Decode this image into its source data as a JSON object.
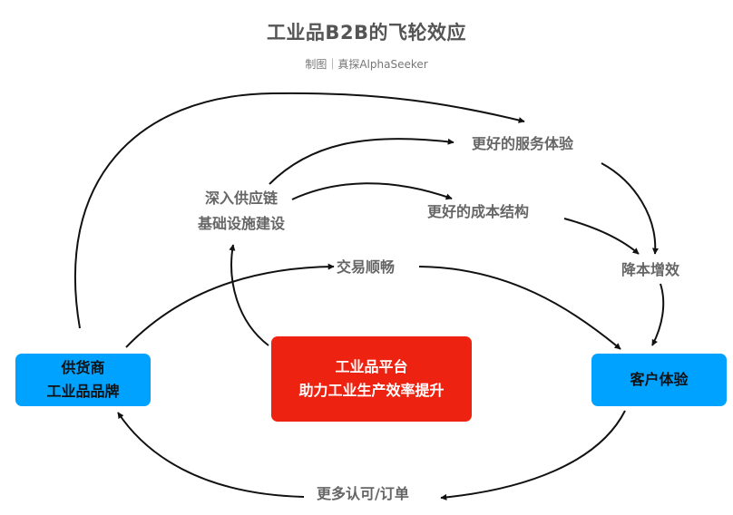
{
  "header": {
    "title": "工业品B2B的飞轮效应",
    "subtitle": "制图｜真探AlphaSeeker"
  },
  "colors": {
    "node_blue": "#00a2ff",
    "node_red": "#ee2211",
    "label_gray": "#666666",
    "arrow": "#111111"
  },
  "nodes": {
    "supplier": {
      "line1": "供货商",
      "line2": "工业品品牌"
    },
    "platform": {
      "line1": "工业品平台",
      "line2": "助力工业生产效率提升"
    },
    "customer": {
      "line1": "客户体验"
    }
  },
  "labels": {
    "supply_chain": {
      "line1": "深入供应链",
      "line2": "基础设施建设"
    },
    "better_service": "更好的服务体验",
    "better_cost": "更好的成本结构",
    "cost_efficiency": "降本增效",
    "smooth_trade": "交易顺畅",
    "more_orders": "更多认可/订单"
  },
  "edges": [
    {
      "from": "supplier",
      "to": "better_service"
    },
    {
      "from": "supply_chain",
      "to": "better_service"
    },
    {
      "from": "supply_chain",
      "to": "better_cost"
    },
    {
      "from": "better_service",
      "to": "cost_efficiency"
    },
    {
      "from": "better_cost",
      "to": "cost_efficiency"
    },
    {
      "from": "cost_efficiency",
      "to": "customer"
    },
    {
      "from": "platform",
      "to": "supply_chain"
    },
    {
      "from": "supplier",
      "to": "smooth_trade"
    },
    {
      "from": "smooth_trade",
      "to": "customer"
    },
    {
      "from": "customer",
      "to": "more_orders"
    },
    {
      "from": "more_orders",
      "to": "supplier"
    }
  ]
}
